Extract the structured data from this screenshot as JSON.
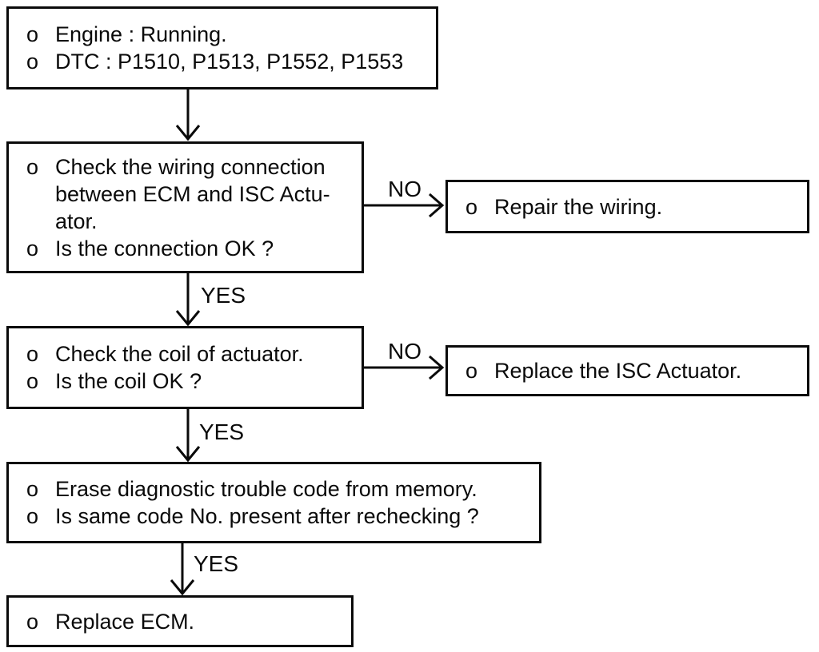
{
  "diagram": {
    "type": "flowchart",
    "subject": "ISC Actuator diagnostic trouble code troubleshooting",
    "colors": {
      "ink": "#0a0a0a",
      "paper": "#ffffff"
    },
    "labels": {
      "yes": "YES",
      "no": "NO"
    },
    "boxes": [
      {
        "id": "start",
        "items": [
          {
            "bullet": "o",
            "text": "Engine : Running."
          },
          {
            "bullet": "o",
            "text": "DTC : P1510, P1513, P1552, P1553"
          }
        ]
      },
      {
        "id": "check-wiring",
        "items": [
          {
            "bullet": "o",
            "text": "Check the wiring connection\nbetween ECM and ISC Actu-\nator."
          },
          {
            "bullet": "o",
            "text": "Is the connection OK ?"
          }
        ]
      },
      {
        "id": "repair-wiring",
        "items": [
          {
            "bullet": "o",
            "text": "Repair the wiring."
          }
        ]
      },
      {
        "id": "check-coil",
        "items": [
          {
            "bullet": "o",
            "text": "Check the coil of actuator."
          },
          {
            "bullet": "o",
            "text": "Is the coil OK ?"
          }
        ]
      },
      {
        "id": "replace-isc",
        "items": [
          {
            "bullet": "o",
            "text": "Replace the ISC Actuator."
          }
        ]
      },
      {
        "id": "erase-code",
        "items": [
          {
            "bullet": "o",
            "text": "Erase diagnostic trouble code from memory."
          },
          {
            "bullet": "o",
            "text": "Is same code No. present after rechecking ?"
          }
        ]
      },
      {
        "id": "replace-ecm",
        "items": [
          {
            "bullet": "o",
            "text": "Replace ECM."
          }
        ]
      }
    ]
  }
}
